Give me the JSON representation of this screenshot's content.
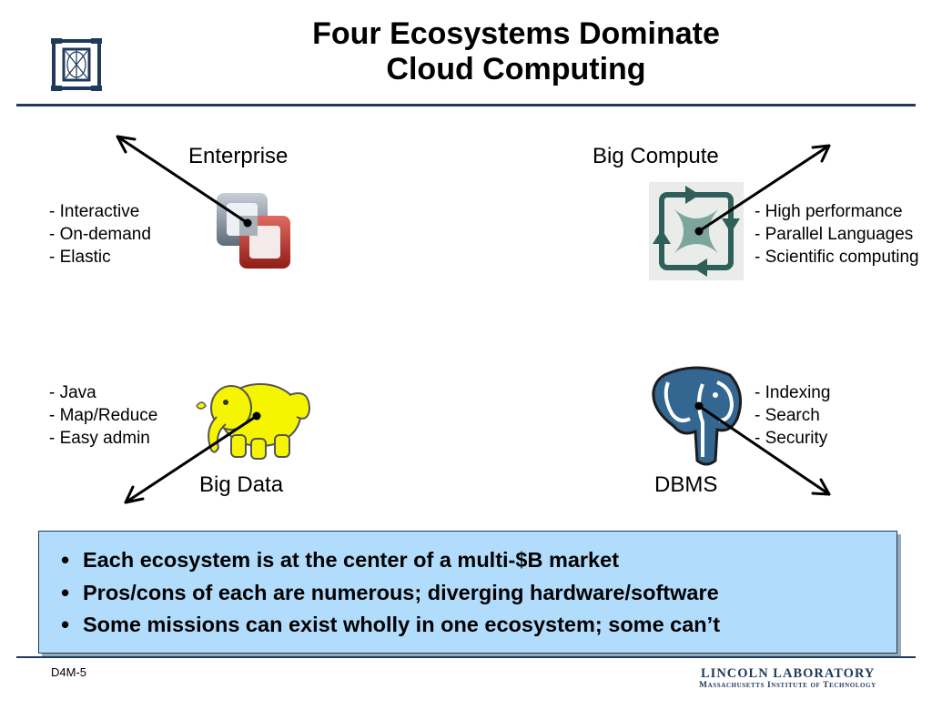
{
  "title": {
    "line1": "Four Ecosystems Dominate",
    "line2": "Cloud Computing"
  },
  "quadrants": {
    "enterprise": {
      "label": "Enterprise",
      "items": [
        "- Interactive",
        "- On-demand",
        "- Elastic"
      ],
      "icon": "vmware-icon"
    },
    "big_compute": {
      "label": "Big Compute",
      "items": [
        "- High performance",
        "- Parallel Languages",
        "- Scientific computing"
      ],
      "icon": "parallel-compute-icon"
    },
    "big_data": {
      "label": "Big Data",
      "items": [
        "- Java",
        "- Map/Reduce",
        "- Easy admin"
      ],
      "icon": "hadoop-elephant-icon"
    },
    "dbms": {
      "label": "DBMS",
      "items": [
        "- Indexing",
        "- Search",
        "- Security"
      ],
      "icon": "postgresql-elephant-icon"
    }
  },
  "bullets": [
    "Each ecosystem is at the center of a multi-$B market",
    "Pros/cons of each are numerous; diverging hardware/software",
    "Some missions can exist wholly in one ecosystem; some can’t"
  ],
  "bullet_symbol": "•",
  "footer": {
    "slide_id": "D4M-5",
    "org_line1": "LINCOLN LABORATORY",
    "org_line2": "Massachusetts Institute of Technology"
  },
  "colors": {
    "rule": "#1f3b5c",
    "box_fill": "#b2dcfc",
    "hadoop_yellow": "#f5f500",
    "postgres_blue": "#336791"
  }
}
